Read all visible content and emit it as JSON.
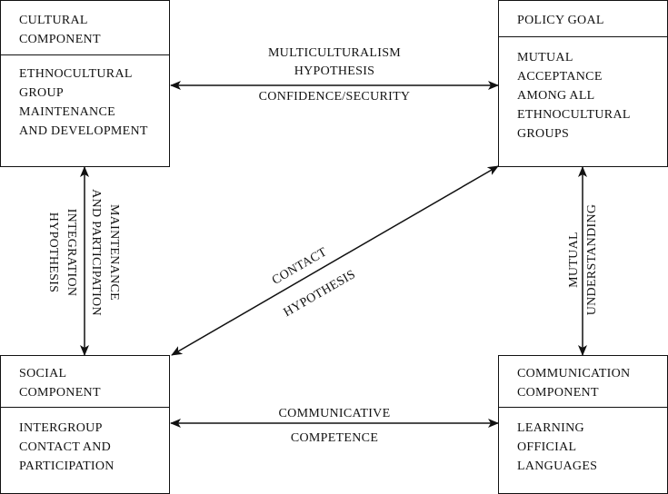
{
  "boxes": {
    "cultural": {
      "title": [
        "CULTURAL",
        "COMPONENT"
      ],
      "body": [
        "ETHNOCULTURAL",
        "GROUP",
        "MAINTENANCE",
        "AND DEVELOPMENT"
      ]
    },
    "policy": {
      "title": [
        "POLICY GOAL"
      ],
      "body": [
        "MUTUAL",
        "ACCEPTANCE",
        "AMONG ALL",
        "ETHNOCULTURAL",
        "GROUPS"
      ]
    },
    "social": {
      "title": [
        "SOCIAL",
        "COMPONENT"
      ],
      "body": [
        "INTERGROUP",
        "CONTACT AND",
        "PARTICIPATION"
      ]
    },
    "communication": {
      "title": [
        "COMMUNICATION",
        "COMPONENT"
      ],
      "body": [
        "LEARNING",
        "OFFICIAL",
        "LANGUAGES"
      ]
    }
  },
  "arrows": {
    "top": {
      "above": [
        "MULTICULTURALISM",
        "HYPOTHESIS"
      ],
      "below": "CONFIDENCE/SECURITY"
    },
    "left": {
      "outer": [
        "INTEGRATION",
        "HYPOTHESIS"
      ],
      "inner": [
        "MAINTENANCE",
        "AND PARTICIPATION"
      ]
    },
    "diagonal": {
      "above": "CONTACT",
      "below": "HYPOTHESIS"
    },
    "right": {
      "labels": [
        "MUTUAL",
        "UNDERSTANDING"
      ]
    },
    "bottom": {
      "above": "COMMUNICATIVE",
      "below": "COMPETENCE"
    }
  }
}
